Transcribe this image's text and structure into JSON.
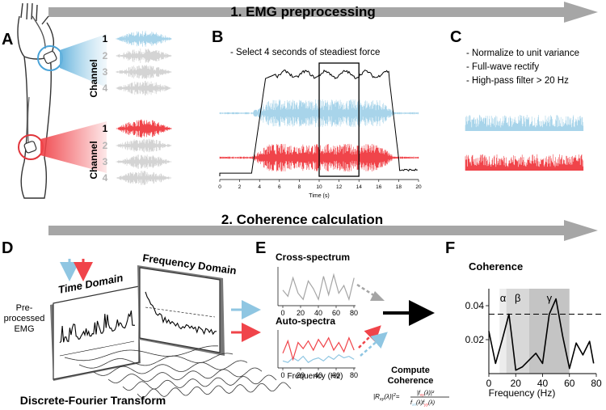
{
  "section1": {
    "title": "1. EMG preprocessing"
  },
  "section2": {
    "title": "2. Coherence calculation"
  },
  "panelA": {
    "letter": "A",
    "channel_label": "Channel",
    "channels": [
      "1",
      "2",
      "3",
      "4"
    ],
    "colors": {
      "upper": "#a8d4ea",
      "lower": "#f0444a",
      "inactive": "#d4d4d4"
    }
  },
  "panelB": {
    "letter": "B",
    "caption": "- Select 4 seconds of steadiest force",
    "xlabel": "Time (s)",
    "xticks": [
      "0",
      "2",
      "4",
      "6",
      "8",
      "10",
      "12",
      "14",
      "16",
      "18",
      "20"
    ],
    "xlim": [
      0,
      20
    ],
    "selection": [
      10,
      14
    ]
  },
  "panelC": {
    "letter": "C",
    "steps": [
      "- Normalize to unit variance",
      "- Full-wave rectify",
      "- High-pass filter > 20 Hz"
    ]
  },
  "panelD": {
    "letter": "D",
    "time_domain": "Time Domain",
    "frequency_domain": "Frequency Domain",
    "input_label_line1": "Pre-",
    "input_label_line2": "processed",
    "input_label_line3": "EMG",
    "transform_label": "Discrete-Fourier Transform"
  },
  "panelE": {
    "letter": "E",
    "cross_title": "Cross-spectrum",
    "auto_title": "Auto-spectra",
    "xlabel": "Frequency (Hz)",
    "xticks": [
      "0",
      "20",
      "40",
      "60",
      "80"
    ],
    "compute_line1": "Compute",
    "compute_line2": "Coherence",
    "formula_lhs": "|R",
    "formula_sub": "xy",
    "formula_arg": "(λ)|",
    "formula_sup": "2",
    "formula_eq": "=",
    "formula_num": "|f",
    "formula_num_sub": "xy",
    "formula_num_tail": "(λ)|²",
    "formula_den": "f",
    "formula_den_sub1": "xx",
    "formula_den_mid": "(λ)f",
    "formula_den_sub2": "yy",
    "formula_den_tail": "(λ)"
  },
  "panelF": {
    "letter": "F",
    "title": "Coherence",
    "xlabel": "Frequency (Hz)",
    "xticks": [
      "0",
      "20",
      "40",
      "60",
      "80"
    ],
    "yticks": [
      "0.02",
      "0.04"
    ],
    "bands": [
      "α",
      "β",
      "γ"
    ],
    "xlim": [
      0,
      80
    ],
    "ylim": [
      0,
      0.05
    ],
    "threshold": 0.035,
    "series_x": [
      0,
      5,
      10,
      15,
      17,
      20,
      25,
      30,
      35,
      40,
      45,
      50,
      55,
      60,
      65,
      70,
      75,
      78
    ],
    "series_y": [
      0.025,
      0.006,
      0.02,
      0.035,
      0.022,
      0.002,
      0.004,
      0.008,
      0.012,
      0.006,
      0.035,
      0.044,
      0.022,
      0.003,
      0.018,
      0.011,
      0.019,
      0.006
    ]
  }
}
